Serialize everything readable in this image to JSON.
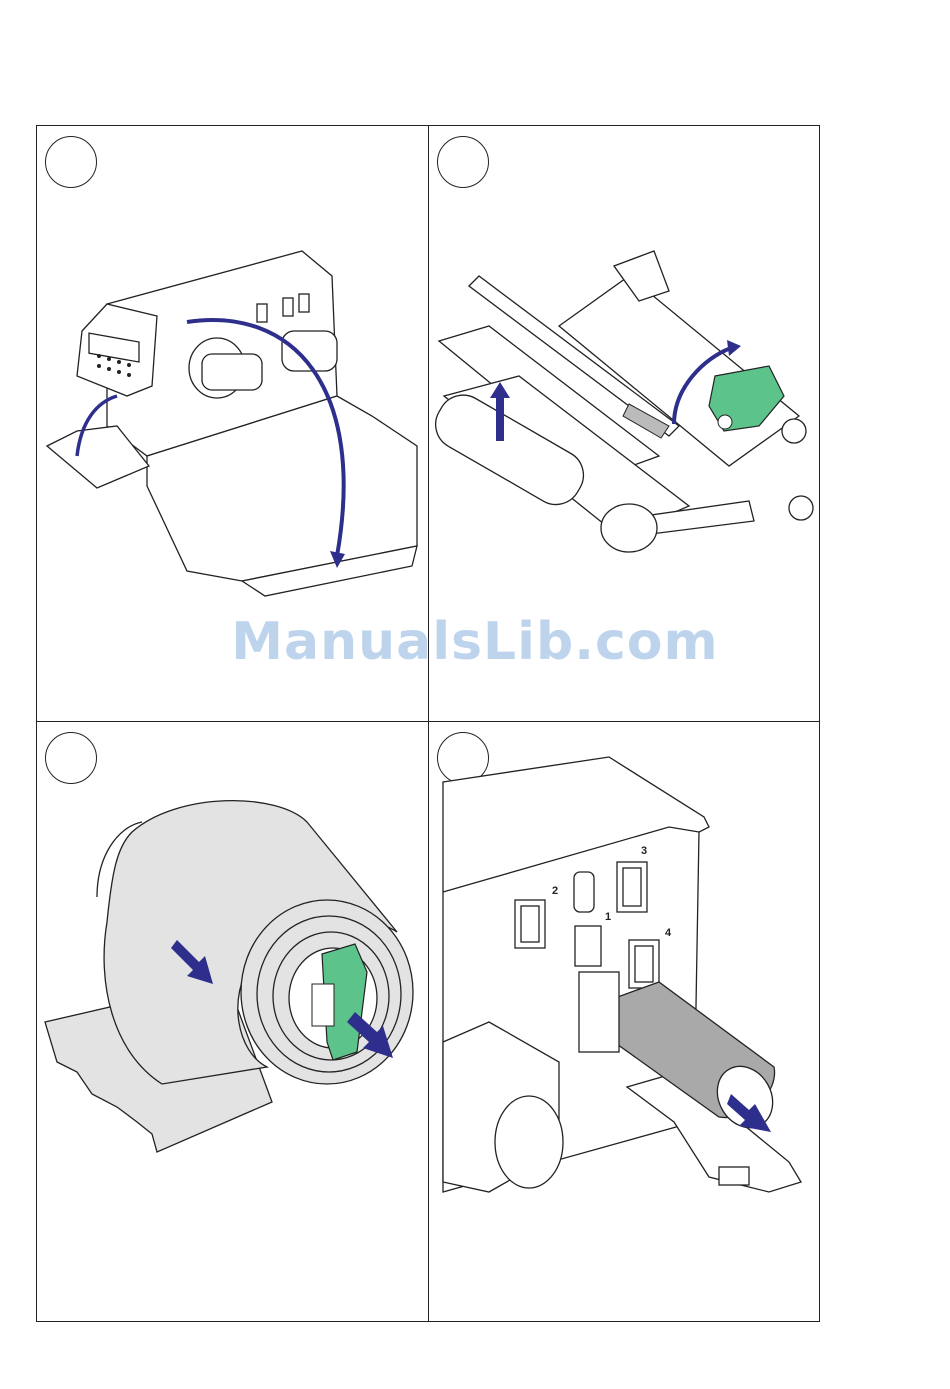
{
  "steps": [
    {
      "number": ""
    },
    {
      "number": ""
    },
    {
      "number": ""
    },
    {
      "number": ""
    }
  ],
  "illustration4": {
    "slot_labels": [
      "1",
      "2",
      "3",
      "4"
    ]
  },
  "colors": {
    "arrow": "#2e2e8c",
    "highlight": "#5cc48a",
    "roll": "#e3e3e3"
  },
  "watermark": "ManualsLib.com"
}
